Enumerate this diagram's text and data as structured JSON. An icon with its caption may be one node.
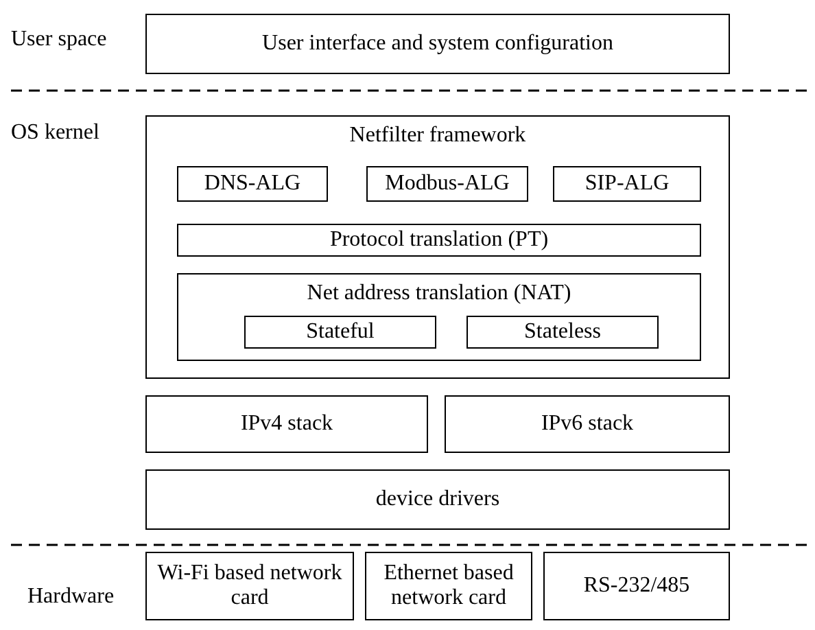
{
  "diagram": {
    "nodes": [
      {
        "text": [
          "User interface and system configuration"
        ]
      },
      {
        "text": [
          "Netfilter framework"
        ]
      },
      {
        "text": [
          "DNS-ALG"
        ],
        "in": 1
      },
      {
        "text": [
          "Modbus-ALG"
        ],
        "in": 1
      },
      {
        "text": [
          "SIP-ALG"
        ],
        "in": 1
      },
      {
        "text": [
          "Protocol translation (PT)"
        ],
        "in": 1
      },
      {
        "text": [
          "Net address translation (NAT)"
        ],
        "in": 1
      },
      {
        "text": [
          "Stateful"
        ],
        "in": 6
      },
      {
        "text": [
          "Stateless"
        ],
        "in": 6
      },
      {
        "text": [
          "IPv4 stack"
        ]
      },
      {
        "text": [
          "IPv6 stack"
        ]
      },
      {
        "text": [
          "device drivers"
        ]
      },
      {
        "text": [
          "Wi-Fi based network card"
        ]
      },
      {
        "text": [
          "Ethernet based network card"
        ]
      },
      {
        "text": [
          "RS-232/485"
        ]
      }
    ],
    "labels": [
      "User space",
      "OS kernel",
      "Hardware"
    ]
  }
}
